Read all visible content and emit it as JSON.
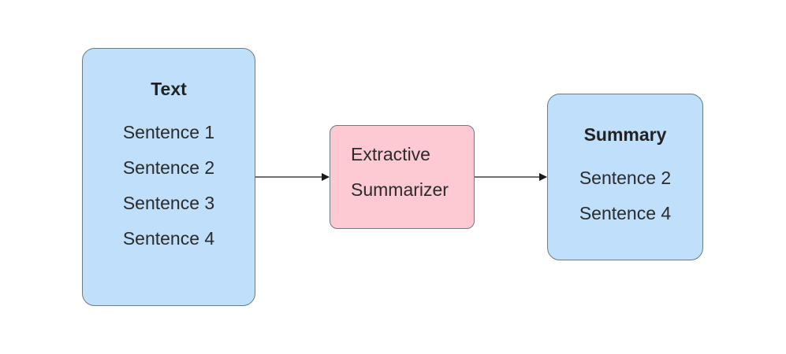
{
  "input": {
    "title": "Text",
    "sentences": [
      "Sentence 1",
      "Sentence 2",
      "Sentence 3",
      "Sentence 4"
    ]
  },
  "process": {
    "lines": [
      "Extractive",
      "Summarizer"
    ]
  },
  "output": {
    "title": "Summary",
    "sentences": [
      "Sentence 2",
      "Sentence 4"
    ]
  },
  "colors": {
    "input_fill": "#bfdffb",
    "process_fill": "#fdc9d3",
    "output_fill": "#bfdffb",
    "stroke": "#6b7a88"
  }
}
